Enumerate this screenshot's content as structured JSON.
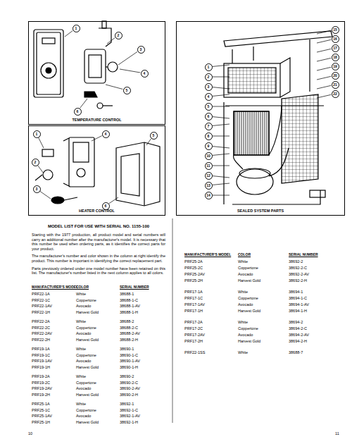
{
  "diagram": {
    "nodes": [
      {
        "text": [
          "TEMPERATURE CONTROL"
        ]
      },
      {
        "text": [
          "HEATER CONTROL"
        ]
      },
      {
        "text": [
          "SEALED SYSTEM PARTS"
        ]
      }
    ],
    "labels": [
      "1",
      "2",
      "3",
      "4",
      "5",
      "6",
      "7",
      "8",
      "9",
      "10",
      "11",
      "12",
      "13",
      "14",
      "15",
      "16",
      "17",
      "18",
      "19",
      "20",
      "21",
      "22",
      "1",
      "2",
      "3",
      "4",
      "5",
      "6",
      "1",
      "2",
      "3",
      "4",
      "5",
      "6",
      "MODEL LIST FOR USE WITH SERIAL NO. 1155-100",
      "Starting with the 1977 production, all product model and serial numbers will carry an additional number after the manufacturer's model. It is necessary that this number be used when ordering parts, as it identifies the correct parts for your product.",
      "The manufacturer's number and color shown in the column at right identify the product. This number is important in identifying the correct replacement part.",
      "Parts previously ordered under one model number have been retained on this list. The manufacturer's number listed in the next column applies to all colors.",
      "MANUFACTURER'S MODEL",
      "COLOR",
      "SERIAL NUMBER",
      "PRF22-1A",
      "White",
      "38688-1",
      "PRF22-1C",
      "Coppertone",
      "38688-1-C",
      "PRF22-1AV",
      "Avocado",
      "38688-1-AV",
      "PRF22-1H",
      "Harvest Gold",
      "38688-1-H",
      "PRF22-2A",
      "White",
      "38688-2",
      "PRF22-2C",
      "Coppertone",
      "38688-2-C",
      "PRF22-2AV",
      "Avocado",
      "38688-2-AV",
      "PRF22-2H",
      "Harvest Gold",
      "38688-2-H",
      "PRF19-1A",
      "White",
      "38690-1",
      "PRF19-1C",
      "Coppertone",
      "38690-1-C",
      "PRF19-1AV",
      "Avocado",
      "38690-1-AV",
      "PRF19-1H",
      "Harvest Gold",
      "38690-1-H",
      "PRF19-2A",
      "White",
      "38690-2",
      "PRF19-2C",
      "Coppertone",
      "38690-2-C",
      "PRF19-2AV",
      "Avocado",
      "38690-2-AV",
      "PRF19-2H",
      "Harvest Gold",
      "38690-2-H",
      "PRF25-1A",
      "White",
      "38692-1",
      "PRF25-1C",
      "Coppertone",
      "38692-1-C",
      "PRF25-1AV",
      "Avocado",
      "38692-1-AV",
      "PRF25-1H",
      "Harvest Gold",
      "38692-1-H",
      "MANUFACTURER'S MODEL",
      "COLOR",
      "SERIAL NUMBER",
      "PRF25-2A",
      "White",
      "38692-2",
      "PRF25-2C",
      "Coppertone",
      "38692-2-C",
      "PRF25-2AV",
      "Avocado",
      "38692-2-AV",
      "PRF25-2H",
      "Harvest Gold",
      "38692-2-H",
      "PRF17-1A",
      "White",
      "38694-1",
      "PRF17-1C",
      "Coppertone",
      "38694-1-C",
      "PRF17-1AV",
      "Avocado",
      "38694-1-AV",
      "PRF17-1H",
      "Harvest Gold",
      "38694-1-H",
      "PRF17-2A",
      "White",
      "38694-2",
      "PRF17-2C",
      "Coppertone",
      "38694-2-C",
      "PRF17-2AV",
      "Avocado",
      "38694-2-AV",
      "PRF17-2H",
      "Harvest Gold",
      "38694-2-H",
      "PRF22-1SS",
      "White",
      "38688-7",
      "10",
      "11"
    ]
  }
}
